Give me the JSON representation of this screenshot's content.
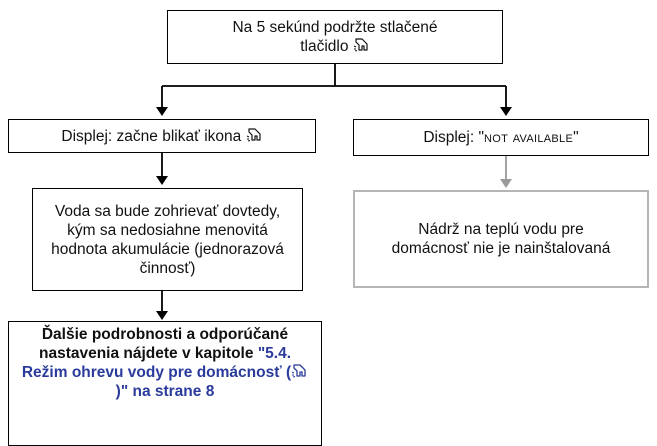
{
  "flow": {
    "start": {
      "line1": "Na 5 sekúnd podržte stlačené",
      "line2": "tlačidlo",
      "icon": "hot-water-hand-icon"
    },
    "left": {
      "display": {
        "text": "Displej: začne blikať ikona",
        "icon": "hot-water-hand-icon"
      },
      "action": {
        "text": "Voda sa bude zohrievať dovtedy, kým sa nedosiahne menovitá hodnota akumulácie (jednorazová činnosť)"
      },
      "reference": {
        "prefix": "Ďalšie podrobnosti a odporúčané nastavenia nájdete v kapitole",
        "link_start": "\"5.4. Režim ohrevu vody pre domácnosť (",
        "link_end": ")\" na strane 8",
        "icon": "hot-water-hand-icon"
      }
    },
    "right": {
      "display": {
        "prefix": "Displej: \"",
        "value": "not available",
        "suffix": "\""
      },
      "result": {
        "text": "Nádrž na teplú vodu pre domácnosť nie je nainštalovaná"
      }
    }
  },
  "colors": {
    "border": "#000000",
    "gray_border": "#b5b5b5",
    "gray_connector": "#9a9a9a",
    "link": "#2a3b9c"
  }
}
